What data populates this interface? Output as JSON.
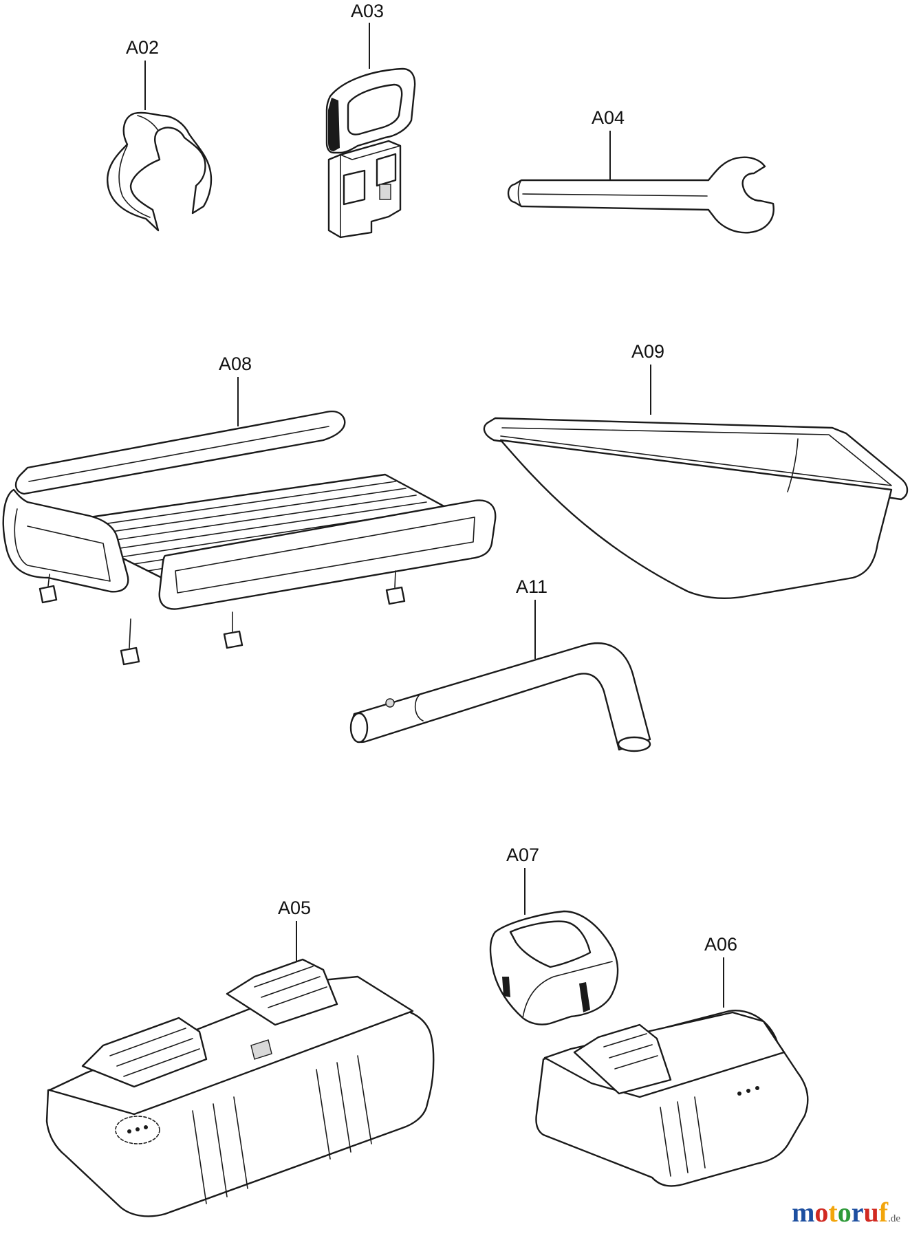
{
  "parts": [
    {
      "id": "A02",
      "label": "A02",
      "icon": "clip"
    },
    {
      "id": "A03",
      "label": "A03",
      "icon": "key"
    },
    {
      "id": "A04",
      "label": "A04",
      "icon": "wrench"
    },
    {
      "id": "A05",
      "label": "A05",
      "icon": "dual-charger"
    },
    {
      "id": "A06",
      "label": "A06",
      "icon": "single-charger"
    },
    {
      "id": "A07",
      "label": "A07",
      "icon": "cover-cap"
    },
    {
      "id": "A08",
      "label": "A08",
      "icon": "rack"
    },
    {
      "id": "A09",
      "label": "A09",
      "icon": "tray"
    },
    {
      "id": "A11",
      "label": "A11",
      "icon": "handle-pipe"
    }
  ],
  "watermark": {
    "text": "motoruf",
    "suffix": ".de",
    "colors": [
      "#1d4fa0",
      "#d12a22",
      "#f2a50c",
      "#2f9a3a",
      "#1d4fa0",
      "#d12a22",
      "#f2a50c"
    ]
  }
}
